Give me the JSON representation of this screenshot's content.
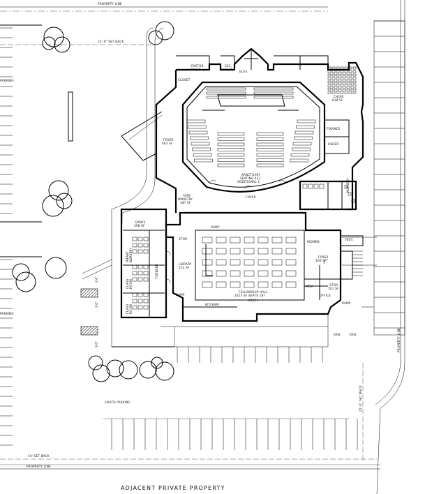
{
  "title": "ADJACENT PRIVATE PROPERTY",
  "lines": {
    "property_top": "PROPERTY LINE",
    "setback_top": "25'-0\" SET BACK",
    "property_bottom": "PROPERTY LINE",
    "setback_bottom": "10' SET BACK",
    "property_right": "PROPERTY LINE",
    "setback_right": "25'-0\" SET BACK"
  },
  "parking": {
    "south": "SOUTH PARKING",
    "left_top": "PARKING",
    "left_bottom": "PARKING",
    "van1": "VAN",
    "van2": "VAN",
    "ramp_mark1": "3'6\"",
    "ramp_mark2": "3'6\"",
    "ramp_mark3": "3'6\""
  },
  "rooms": {
    "sanctuary": [
      "SANCTUARY",
      "SEATING 421",
      "ADDITIONAL 1"
    ],
    "foyer_west": [
      "FOYER",
      "463 SF"
    ],
    "foyer_main": "FOYER",
    "foyer_east": [
      "FOYER",
      "306 SF"
    ],
    "fellowship": [
      "FELLOWSHIP HALL",
      "2613 SF  SEATS 187"
    ],
    "library": [
      "LIBRARY",
      "253 SF"
    ],
    "tape_ministry": [
      "TAPE",
      "MINISTRY",
      "187 SF"
    ],
    "pastor": [
      "PASTOR",
      "233 SF"
    ],
    "secretary": [
      "SEC.",
      "147 SF"
    ],
    "elevator": "ELEV.",
    "choir": [
      "CHOIR",
      "818 SF"
    ],
    "finance": "FINANCE",
    "usher": "USHER",
    "kitchen": "KITCHEN",
    "closet": "CLOSET",
    "ramp_top": "RAMP",
    "ramp_right": "RAMP",
    "ramp_left": "RAMP",
    "stor_left": "STOR",
    "stor_right": [
      "STOR",
      "101 SF"
    ],
    "office": "OFFICE",
    "men": "MEN",
    "women": "WOMEN",
    "mech": "MECH.",
    "nursery": "NURSERY",
    "toddler": "TODDLER",
    "class_top": [
      "BABYS",
      "398 SF"
    ],
    "class_mid1": [
      "INFANT",
      "NURSERY"
    ],
    "class_mid2": [
      "CLASS",
      "ROOM"
    ],
    "class_bottom": [
      "CLASS",
      "ROOM"
    ],
    "vest": "VEST."
  }
}
